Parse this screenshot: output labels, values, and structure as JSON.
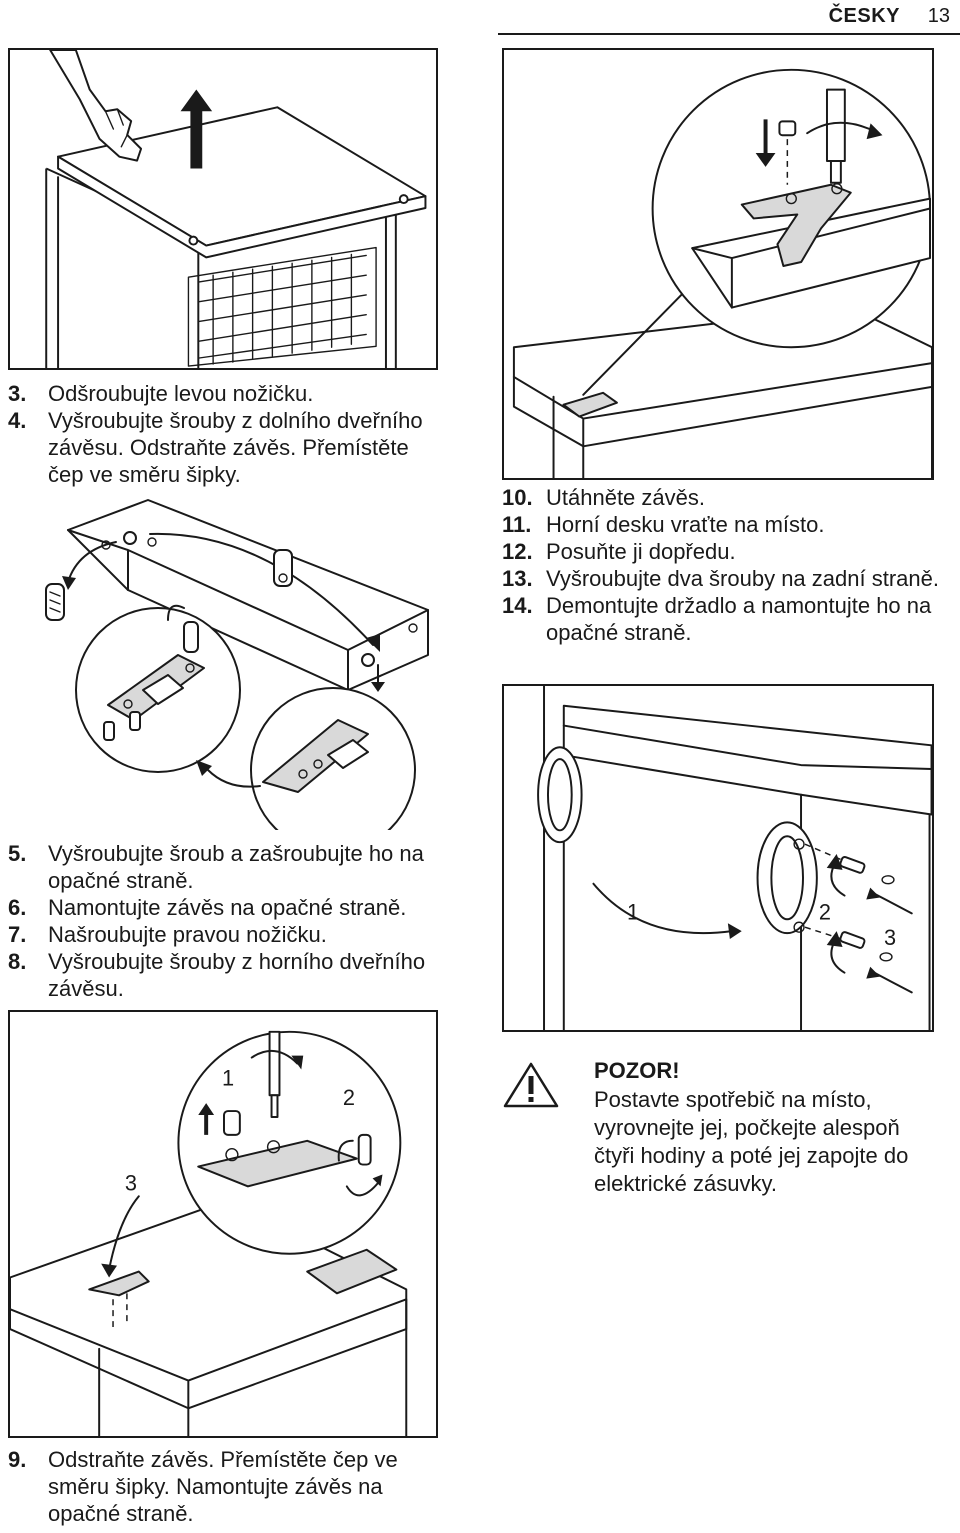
{
  "header": {
    "language": "ČESKY",
    "page_number": "13"
  },
  "steps_top_left": [
    {
      "num": "3.",
      "text": "Odšroubujte levou nožičku."
    },
    {
      "num": "4.",
      "text": "Vyšroubujte šrouby z dolního dveřního závěsu. Odstraňte závěs. Přemístěte čep ve směru šipky."
    }
  ],
  "steps_mid_left": [
    {
      "num": "5.",
      "text": "Vyšroubujte šroub a zašroubujte ho na opačné straně."
    },
    {
      "num": "6.",
      "text": "Namontujte závěs na opačné straně."
    },
    {
      "num": "7.",
      "text": "Našroubujte pravou nožičku."
    },
    {
      "num": "8.",
      "text": "Vyšroubujte šrouby z horního dveřního závěsu."
    }
  ],
  "steps_bottom_left": [
    {
      "num": "9.",
      "text": "Odstraňte závěs. Přemístěte čep ve směru šipky. Namontujte závěs na opačné straně."
    }
  ],
  "steps_right": [
    {
      "num": "10.",
      "text": "Utáhněte závěs."
    },
    {
      "num": "11.",
      "text": "Horní desku vraťte na místo."
    },
    {
      "num": "12.",
      "text": "Posuňte ji dopředu."
    },
    {
      "num": "13.",
      "text": "Vyšroubujte dva šrouby na zadní straně."
    },
    {
      "num": "14.",
      "text": "Demontujte držadlo a namontujte ho na opačné straně."
    }
  ],
  "figure_labels": {
    "handle": {
      "one": "1",
      "two": "2",
      "three": "3"
    },
    "hinge_top": {
      "one": "1",
      "two": "2",
      "three": "3"
    }
  },
  "warning": {
    "icon": "warning-triangle-icon",
    "title": "POZOR!",
    "text": "Postavte spotřebič na místo, vyrovnejte jej, počkejte alespoň čtyři hodiny a poté jej zapojte do elektrické zásuvky."
  }
}
